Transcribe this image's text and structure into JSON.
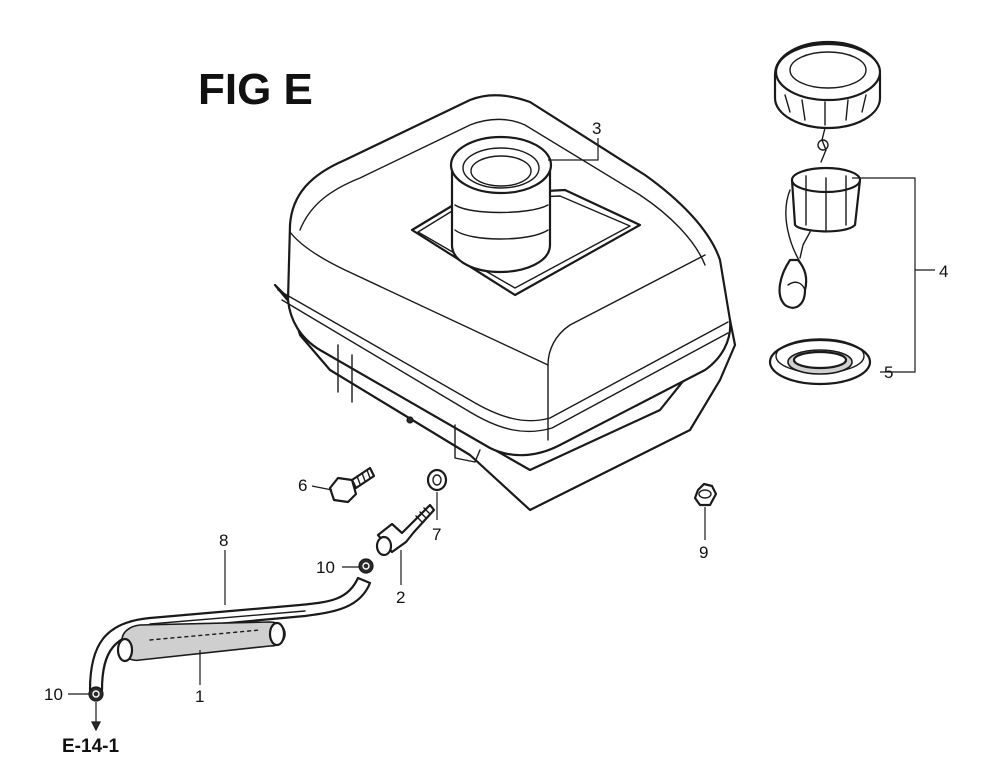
{
  "figure": {
    "title": "FIG E",
    "reference": "E-14-1"
  },
  "callouts": [
    {
      "id": "1",
      "label": "1"
    },
    {
      "id": "2",
      "label": "2"
    },
    {
      "id": "3",
      "label": "3"
    },
    {
      "id": "4",
      "label": "4"
    },
    {
      "id": "5",
      "label": "5"
    },
    {
      "id": "6",
      "label": "6"
    },
    {
      "id": "7",
      "label": "7"
    },
    {
      "id": "8",
      "label": "8"
    },
    {
      "id": "9",
      "label": "9"
    },
    {
      "id": "10a",
      "label": "10"
    },
    {
      "id": "10b",
      "label": "10"
    }
  ]
}
